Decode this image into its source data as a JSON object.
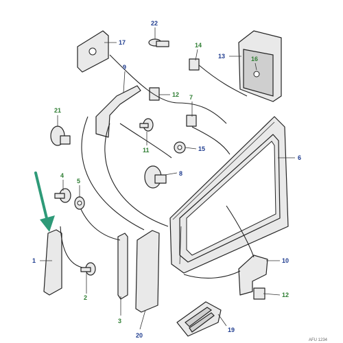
{
  "diagram": {
    "callout_colors": {
      "blue": "#1f3c8f",
      "green": "#2e7d32",
      "arrow": "#2e9a78"
    },
    "part_labels": [
      {
        "id": "p1",
        "text": "1",
        "color": "blue"
      },
      {
        "id": "p2",
        "text": "2",
        "color": "green"
      },
      {
        "id": "p3",
        "text": "3",
        "color": "green"
      },
      {
        "id": "p4",
        "text": "4",
        "color": "green"
      },
      {
        "id": "p5",
        "text": "5",
        "color": "green"
      },
      {
        "id": "p6",
        "text": "6",
        "color": "blue"
      },
      {
        "id": "p7",
        "text": "7",
        "color": "green"
      },
      {
        "id": "p8",
        "text": "8",
        "color": "blue"
      },
      {
        "id": "p9",
        "text": "9",
        "color": "blue"
      },
      {
        "id": "p10",
        "text": "10",
        "color": "blue"
      },
      {
        "id": "p11",
        "text": "11",
        "color": "green"
      },
      {
        "id": "p12a",
        "text": "12",
        "color": "green"
      },
      {
        "id": "p12b",
        "text": "12",
        "color": "green"
      },
      {
        "id": "p13",
        "text": "13",
        "color": "blue"
      },
      {
        "id": "p14",
        "text": "14",
        "color": "green"
      },
      {
        "id": "p15",
        "text": "15",
        "color": "blue"
      },
      {
        "id": "p16",
        "text": "16",
        "color": "green"
      },
      {
        "id": "p17",
        "text": "17",
        "color": "blue"
      },
      {
        "id": "p19",
        "text": "19",
        "color": "blue"
      },
      {
        "id": "p20",
        "text": "20",
        "color": "blue"
      },
      {
        "id": "p21",
        "text": "21",
        "color": "green"
      },
      {
        "id": "p22",
        "text": "22",
        "color": "blue"
      }
    ],
    "figure_ref": "AFU 1234"
  }
}
